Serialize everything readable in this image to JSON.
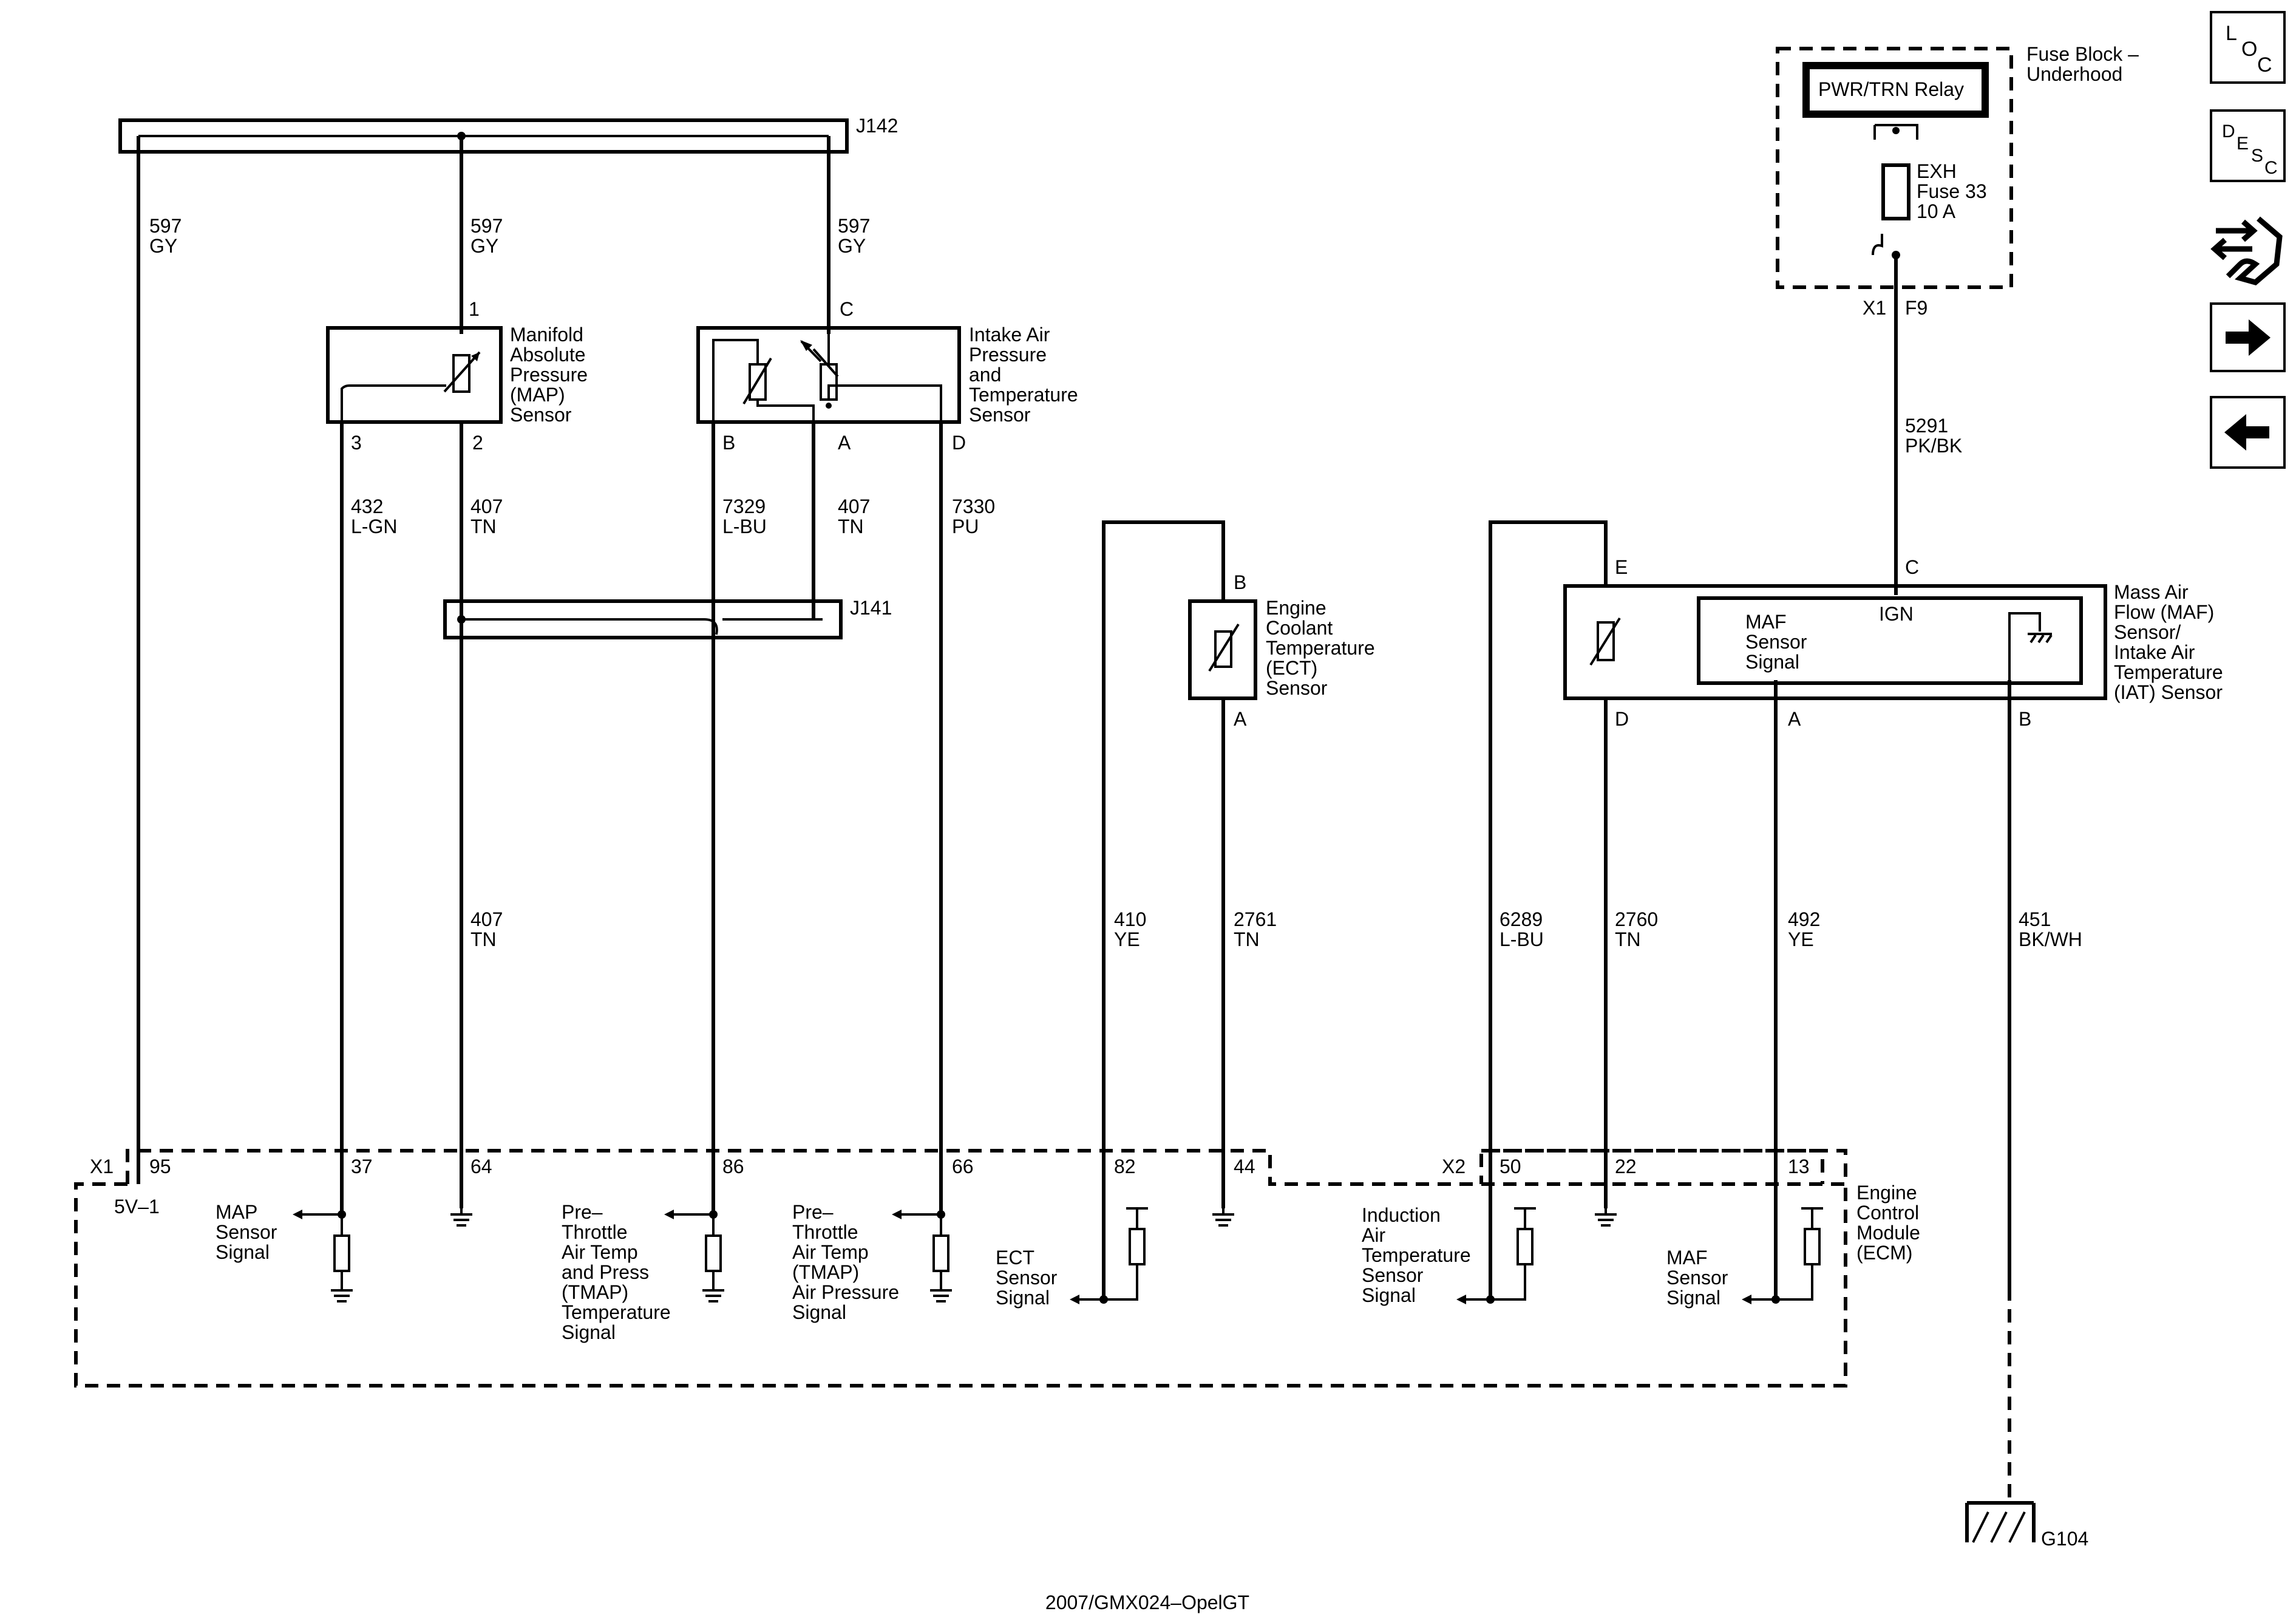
{
  "footer": "2007/GMX024–OpelGT",
  "nav": {
    "loc": [
      "L",
      "O",
      "C"
    ],
    "desc": [
      "D",
      "E",
      "S",
      "C"
    ],
    "icons": [
      "loc-button",
      "desc-button",
      "connector-end-view-icon",
      "next-page-arrow-icon",
      "previous-page-arrow-icon"
    ]
  },
  "splices": {
    "j142": "J142",
    "j141": "J141"
  },
  "fuse_block": {
    "title": [
      "Fuse Block –",
      "Underhood"
    ],
    "relay": "PWR/TRN Relay",
    "fuse": [
      "EXH",
      "Fuse 33",
      "10 A"
    ],
    "conn": [
      "X1",
      "F9"
    ]
  },
  "wires": {
    "w597a": [
      "597",
      "GY"
    ],
    "w597b": [
      "597",
      "GY"
    ],
    "w597c": [
      "597",
      "GY"
    ],
    "w432": [
      "432",
      "L-GN"
    ],
    "w407a": [
      "407",
      "TN"
    ],
    "w7329": [
      "7329",
      "L-BU"
    ],
    "w407b": [
      "407",
      "TN"
    ],
    "w7330": [
      "7330",
      "PU"
    ],
    "w407c": [
      "407",
      "TN"
    ],
    "w410": [
      "410",
      "YE"
    ],
    "w2761": [
      "2761",
      "TN"
    ],
    "w6289": [
      "6289",
      "L-BU"
    ],
    "w2760": [
      "2760",
      "TN"
    ],
    "w492": [
      "492",
      "YE"
    ],
    "w451": [
      "451",
      "BK/WH"
    ],
    "w5291": [
      "5291",
      "PK/BK"
    ]
  },
  "sensors": {
    "map": {
      "label": [
        "Manifold",
        "Absolute",
        "Pressure",
        "(MAP)",
        "Sensor"
      ],
      "pins": [
        "1",
        "3",
        "2"
      ]
    },
    "iapt": {
      "label": [
        "Intake Air",
        "Pressure",
        "and",
        "Temperature",
        "Sensor"
      ],
      "pins": [
        "C",
        "B",
        "A",
        "D"
      ]
    },
    "ect": {
      "label": [
        "Engine",
        "Coolant",
        "Temperature",
        "(ECT)",
        "Sensor"
      ],
      "pins": [
        "B",
        "A"
      ]
    },
    "maf": {
      "label": [
        "Mass Air",
        "Flow (MAF)",
        "Sensor/",
        "Intake Air",
        "Temperature",
        "(IAT) Sensor"
      ],
      "pins": [
        "E",
        "C",
        "D",
        "A",
        "B"
      ],
      "inner": [
        "MAF",
        "Sensor",
        "Signal"
      ],
      "ign": "IGN"
    }
  },
  "ecm": {
    "label": [
      "Engine",
      "Control",
      "Module",
      "(ECM)"
    ],
    "x1": "X1",
    "x2": "X2",
    "ref": "5V–1",
    "pins": [
      "95",
      "37",
      "64",
      "86",
      "66",
      "82",
      "44",
      "50",
      "22",
      "13"
    ],
    "signals": {
      "map": [
        "MAP",
        "Sensor",
        "Signal"
      ],
      "tmap_t": [
        "Pre–",
        "Throttle",
        "Air Temp",
        "and Press",
        "(TMAP)",
        "Temperature",
        "Signal"
      ],
      "tmap_p": [
        "Pre–",
        "Throttle",
        "Air Temp",
        "(TMAP)",
        "Air Pressure",
        "Signal"
      ],
      "ect": [
        "ECT",
        "Sensor",
        "Signal"
      ],
      "iat": [
        "Induction",
        "Air",
        "Temperature",
        "Sensor",
        "Signal"
      ],
      "maf": [
        "MAF",
        "Sensor",
        "Signal"
      ]
    }
  },
  "ground": "G104"
}
